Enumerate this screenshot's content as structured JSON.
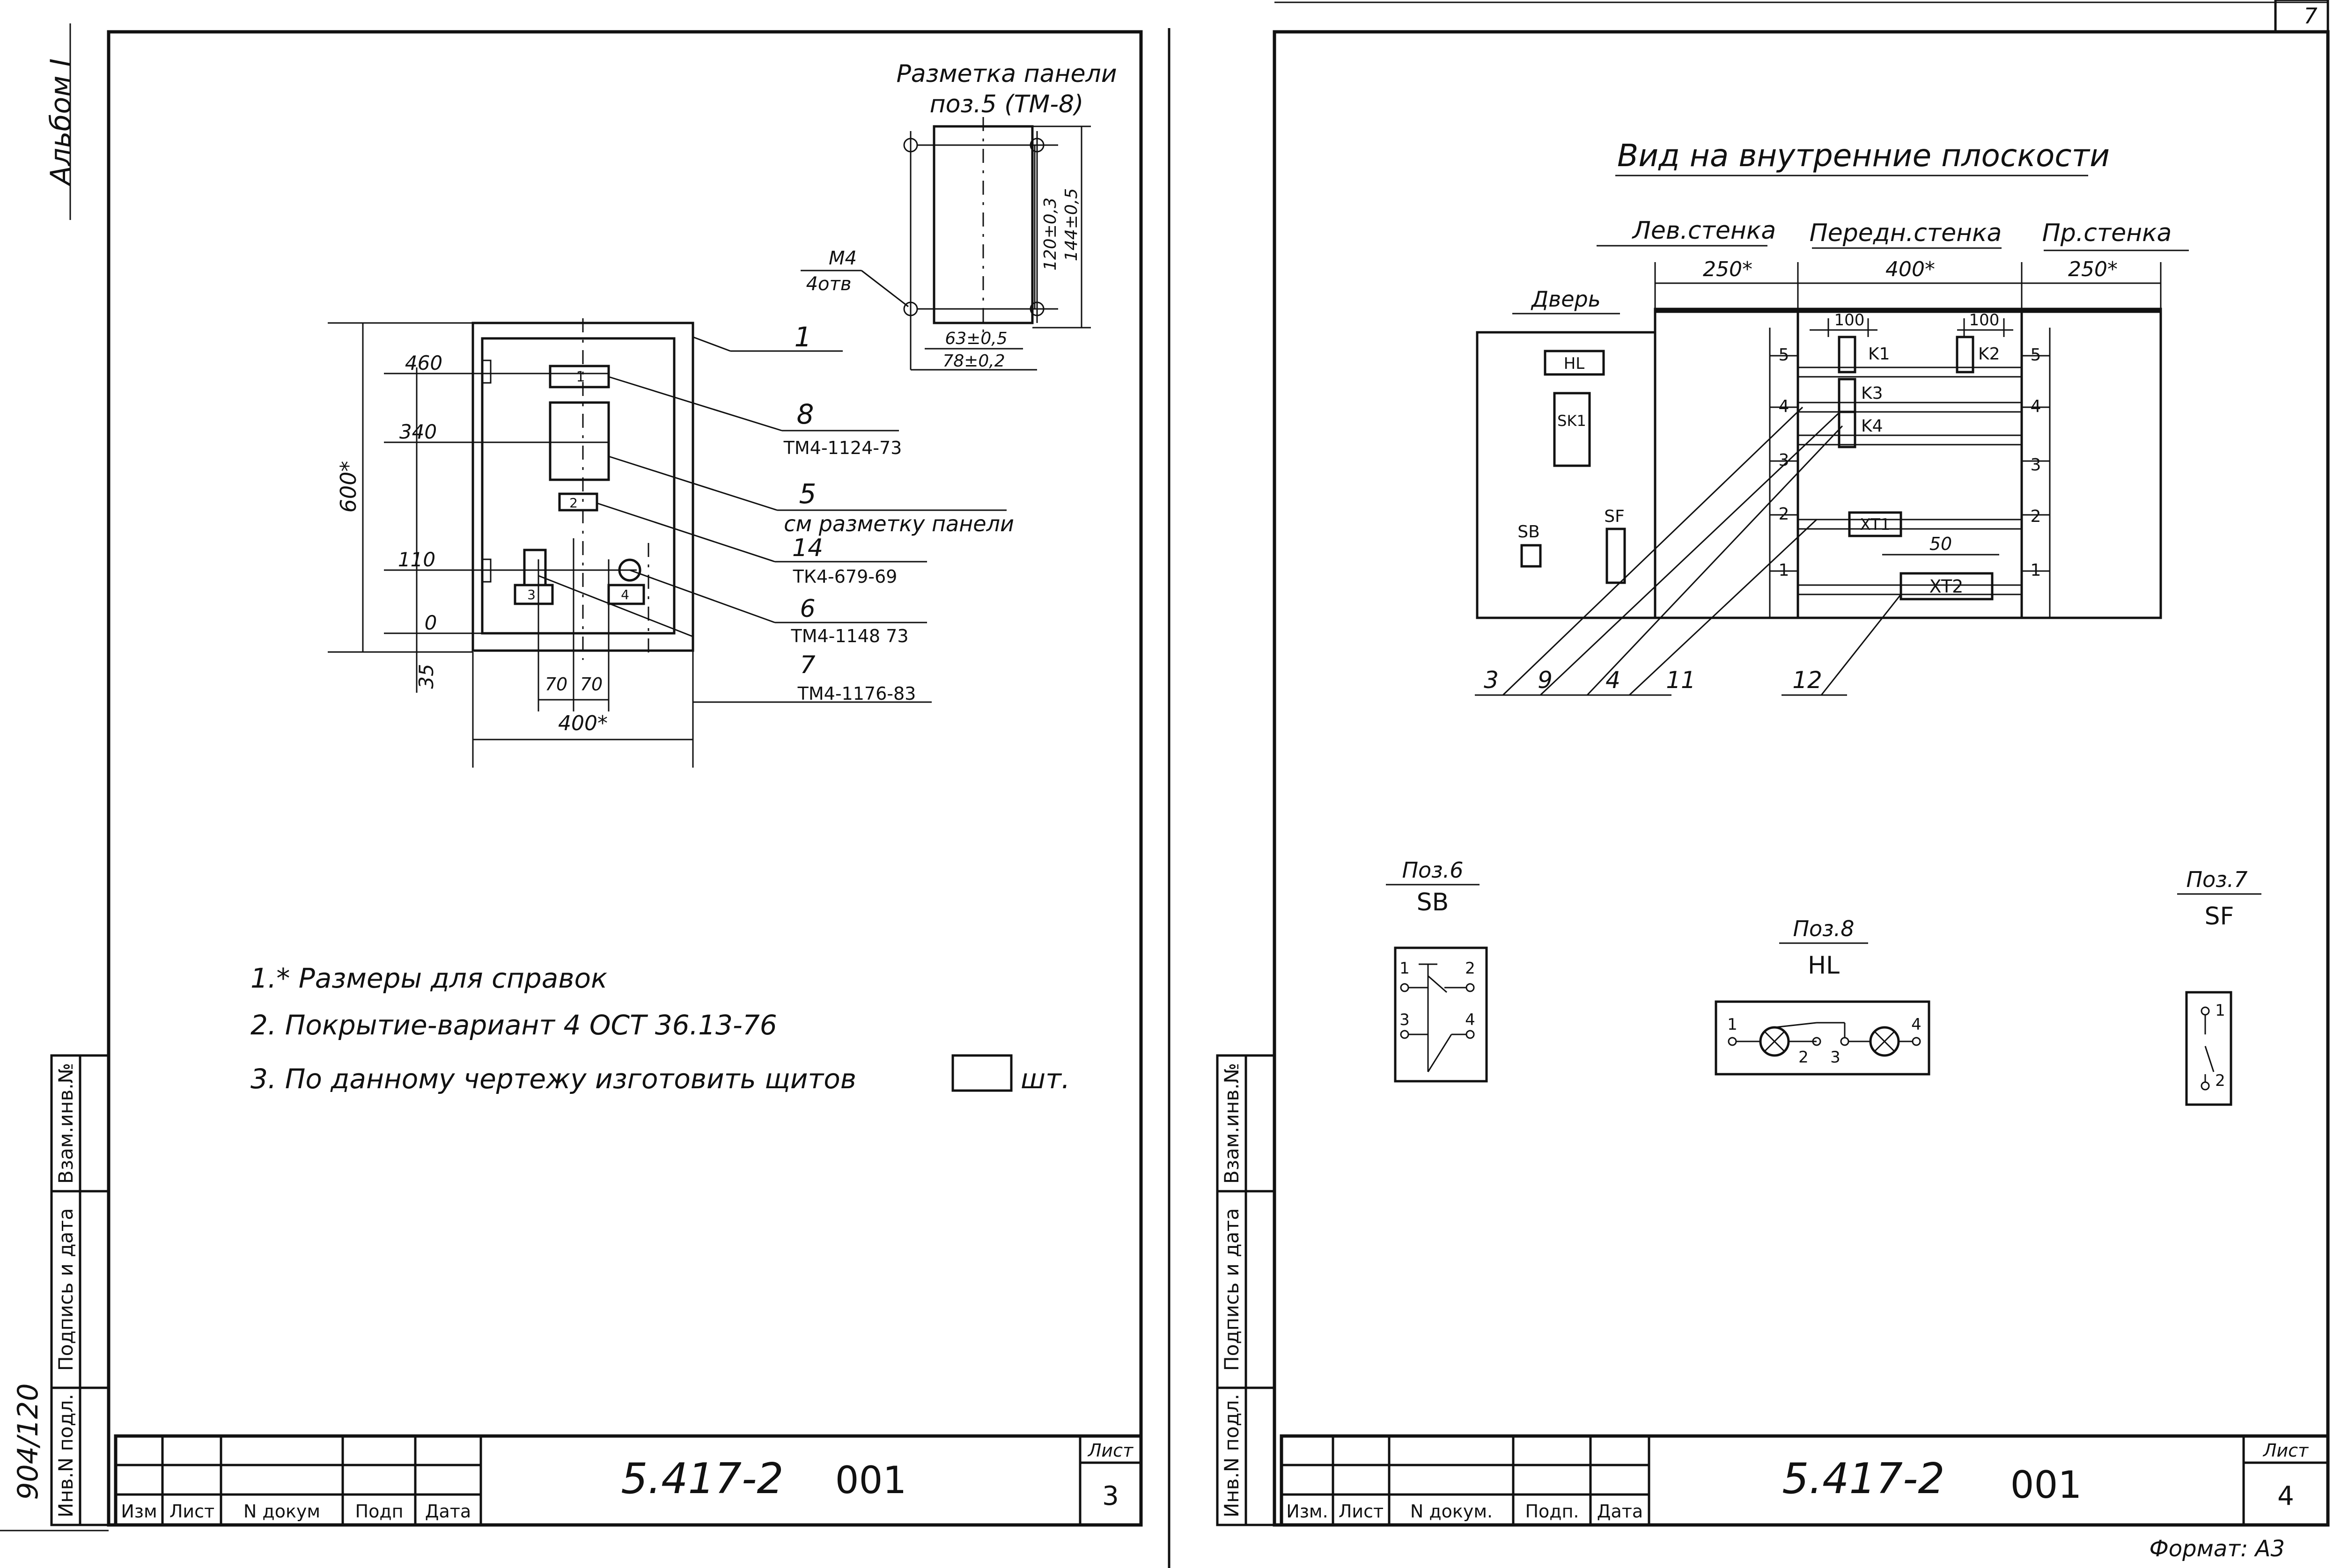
{
  "sheet_left": {
    "album": "Альбом I",
    "panel_markup": {
      "title_line1": "Разметка панели",
      "title_line2": "поз.5 (ТМ-8)",
      "hole_spec_1": "М4",
      "hole_spec_2": "4отв",
      "dim_a": "120±0,3",
      "dim_b": "144±0,5",
      "dim_c": "63±0,5",
      "dim_d": "78±0,2"
    },
    "levels": [
      "460",
      "340",
      "110",
      "0",
      "35"
    ],
    "height_dim": "600*",
    "width_dims": [
      "70",
      "70",
      "400*"
    ],
    "items": [
      {
        "num": "1",
        "ref": ""
      },
      {
        "num": "8",
        "ref": "ТМ4-1124-73"
      },
      {
        "num": "5",
        "ref": "см разметку панели"
      },
      {
        "num": "14",
        "ref": "ТК4-679-69"
      },
      {
        "num": "6",
        "ref": "ТМ4-1148 73"
      },
      {
        "num": "7",
        "ref": "ТМ4-1176-83"
      }
    ],
    "small_tags": [
      "1",
      "2",
      "3",
      "4"
    ],
    "notes": [
      "1.* Размеры для справок",
      "2. Покрытие-вариант 4 ОСТ 36.13-76",
      "3. По данному чертежу изготовить щитов",
      "шт."
    ],
    "side_stamp": [
      "Взам.инв.№",
      "Подпись и дата",
      "Инв.N подл."
    ],
    "side_number": "904/120",
    "title_block": {
      "cols": [
        "Изм",
        "Лист",
        "N докум",
        "Подп",
        "Дата"
      ],
      "code": "5.417-2",
      "doc": "001",
      "sheet_label": "Лист",
      "sheet_no": "3"
    }
  },
  "sheet_right": {
    "title": "Вид на внутренние плоскости",
    "walls": [
      "Лев.стенка",
      "Передн.стенка",
      "Пр.стенка"
    ],
    "wall_dims": [
      "250*",
      "400*",
      "250*"
    ],
    "door": "Дверь",
    "door_items": [
      "HL",
      "SK1",
      "SB",
      "SF"
    ],
    "rail_dims": [
      "100",
      "100",
      "50"
    ],
    "components": [
      "K1",
      "K2",
      "K3",
      "K4",
      "XT1",
      "XT2"
    ],
    "row_marks": [
      "5",
      "4",
      "3",
      "2",
      "1"
    ],
    "callouts": [
      "3",
      "9",
      "4",
      "11",
      "12"
    ],
    "schemes": [
      {
        "pos": "Поз.6",
        "code": "SB",
        "pins": [
          "1",
          "2",
          "3",
          "4"
        ]
      },
      {
        "pos": "Поз.8",
        "code": "HL",
        "pins": [
          "1",
          "2",
          "3",
          "4"
        ]
      },
      {
        "pos": "Поз.7",
        "code": "SF",
        "pins": [
          "1",
          "2"
        ]
      }
    ],
    "side_stamp": [
      "Взам.инв.№",
      "Подпись и дата",
      "Инв.N подл."
    ],
    "title_block": {
      "cols": [
        "Изм.",
        "Лист",
        "N докум.",
        "Подп.",
        "Дата"
      ],
      "code": "5.417-2",
      "doc": "001",
      "sheet_label": "Лист",
      "sheet_no": "4",
      "format": "Формат: А3"
    },
    "corner_no": "7"
  }
}
